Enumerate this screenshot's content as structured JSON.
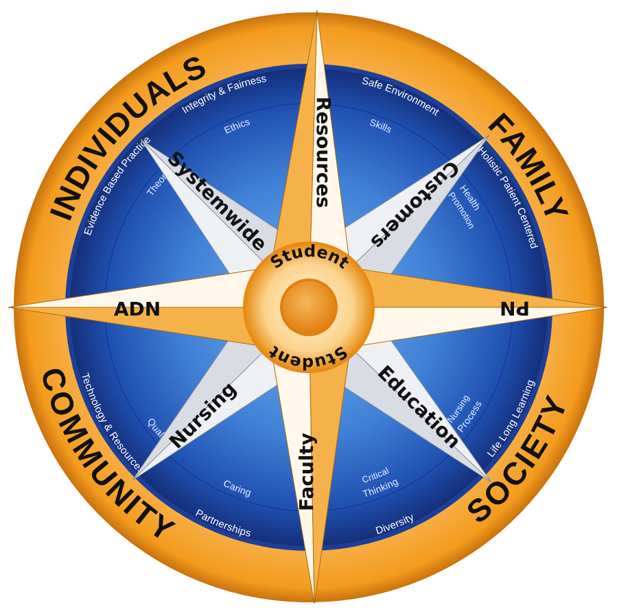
{
  "outer_ring": {
    "individuals": "INDIVIDUALS",
    "family": "FAMILY",
    "society": "SOCIETY",
    "community": "COMMUNITY"
  },
  "blue_ring": {
    "integrity_fairness": "Integrity & Fairness",
    "safe_environment": "Safe Environment",
    "holistic": "Holistic Patient Centered",
    "life_long_learning": "Life Long Learning",
    "diversity": "Diversity",
    "partnerships": "Partnerships",
    "technology_resources": "Technology & Resources",
    "evidence_based": "Evidence Based Practice"
  },
  "inner_ring": {
    "ethics": "Ethics",
    "skills": "Skills",
    "health": "Health",
    "promotion": "Promotion",
    "nursing": "Nursing",
    "process": "Process",
    "critical": "Critical",
    "thinking": "Thinking",
    "caring": "Caring",
    "quality": "Quality",
    "theory": "Theory"
  },
  "points": {
    "north": "Resources",
    "east": "PN",
    "south": "Faculty",
    "west": "ADN",
    "northeast": "Customers",
    "southeast": "Education",
    "southwest": "Nursing",
    "northwest": "Systemwide"
  },
  "center": {
    "top": "Student",
    "bottom": "Student"
  },
  "colors": {
    "orange": "#f39c1e",
    "dark_blue": "#1e3a8a",
    "mid_blue": "#2d5fc4",
    "light_blue": "#4a90e2",
    "star_orange": "#f5b041",
    "star_grey": "#d9dde3"
  }
}
